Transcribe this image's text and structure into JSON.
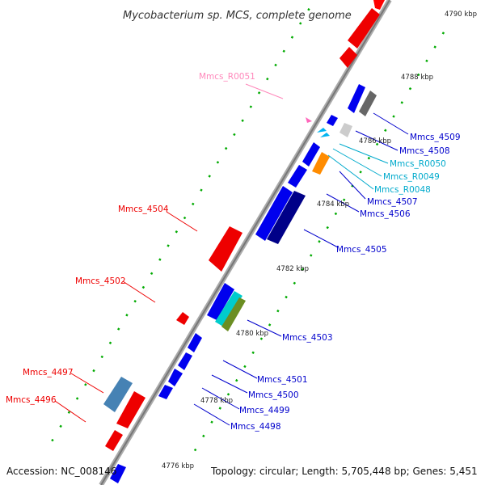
{
  "title": "Mycobacterium sp. MCS, complete genome",
  "footer": {
    "accession": "Accession: NC_008146",
    "info": "Topology: circular; Length: 5,705,448 bp; Genes: 5,451"
  },
  "colors": {
    "backbone": "#8c8c8c",
    "forward": "#ff0000",
    "reverse": "#0000ff",
    "rna_label": "#00b4d8",
    "trna_label": "#ff88bb",
    "tick": "#007700",
    "dot": "#00aa00"
  },
  "kbp_labels": [
    "4776 kbp",
    "4778 kbp",
    "4780 kbp",
    "4782 kbp",
    "4784 kbp",
    "4786 kbp",
    "4788 kbp",
    "4790 kbp"
  ],
  "genes_left": [
    {
      "label": "Mmcs_R0051",
      "color": "#ff88bb"
    },
    {
      "label": "Mmcs_4504",
      "color": "#ee0000"
    },
    {
      "label": "Mmcs_4502",
      "color": "#ee0000"
    },
    {
      "label": "Mmcs_4497",
      "color": "#ee0000"
    },
    {
      "label": "Mmcs_4496",
      "color": "#ee0000"
    }
  ],
  "genes_right": [
    {
      "label": "Mmcs_4509",
      "color": "#0000cc"
    },
    {
      "label": "Mmcs_4508",
      "color": "#0000cc"
    },
    {
      "label": "Mmcs_R0050",
      "color": "#00aacc"
    },
    {
      "label": "Mmcs_R0049",
      "color": "#00aacc"
    },
    {
      "label": "Mmcs_R0048",
      "color": "#00aacc"
    },
    {
      "label": "Mmcs_4507",
      "color": "#0000cc"
    },
    {
      "label": "Mmcs_4506",
      "color": "#0000cc"
    },
    {
      "label": "Mmcs_4505",
      "color": "#0000cc"
    },
    {
      "label": "Mmcs_4503",
      "color": "#0000cc"
    },
    {
      "label": "Mmcs_4501",
      "color": "#0000cc"
    },
    {
      "label": "Mmcs_4500",
      "color": "#0000cc"
    },
    {
      "label": "Mmcs_4499",
      "color": "#0000cc"
    },
    {
      "label": "Mmcs_4498",
      "color": "#0000cc"
    }
  ]
}
